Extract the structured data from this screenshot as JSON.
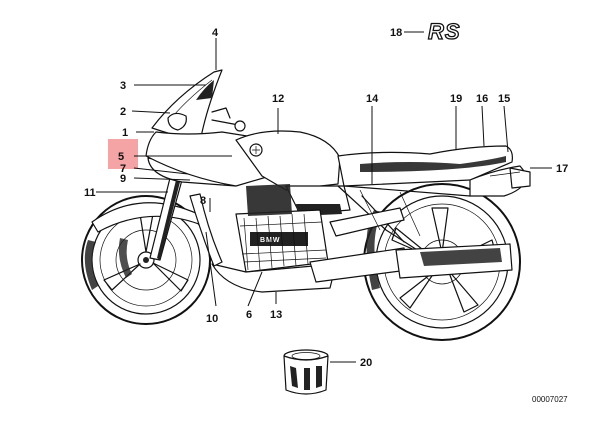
{
  "callouts": [
    {
      "id": "1",
      "label": "1"
    },
    {
      "id": "2",
      "label": "2"
    },
    {
      "id": "3",
      "label": "3"
    },
    {
      "id": "4",
      "label": "4"
    },
    {
      "id": "5",
      "label": "5"
    },
    {
      "id": "6",
      "label": "6"
    },
    {
      "id": "7",
      "label": "7"
    },
    {
      "id": "8",
      "label": "8"
    },
    {
      "id": "9",
      "label": "9"
    },
    {
      "id": "10",
      "label": "10"
    },
    {
      "id": "11",
      "label": "11"
    },
    {
      "id": "12",
      "label": "12"
    },
    {
      "id": "13",
      "label": "13"
    },
    {
      "id": "14",
      "label": "14"
    },
    {
      "id": "15",
      "label": "15"
    },
    {
      "id": "16",
      "label": "16"
    },
    {
      "id": "17",
      "label": "17"
    },
    {
      "id": "18",
      "label": "18"
    },
    {
      "id": "19",
      "label": "19"
    },
    {
      "id": "20",
      "label": "20"
    }
  ],
  "highlighted_callout": "5",
  "highlight_color": "#f4a4a4",
  "logo_text": "RS",
  "engine_plate_text": "BMW",
  "reference_number": "00007027"
}
